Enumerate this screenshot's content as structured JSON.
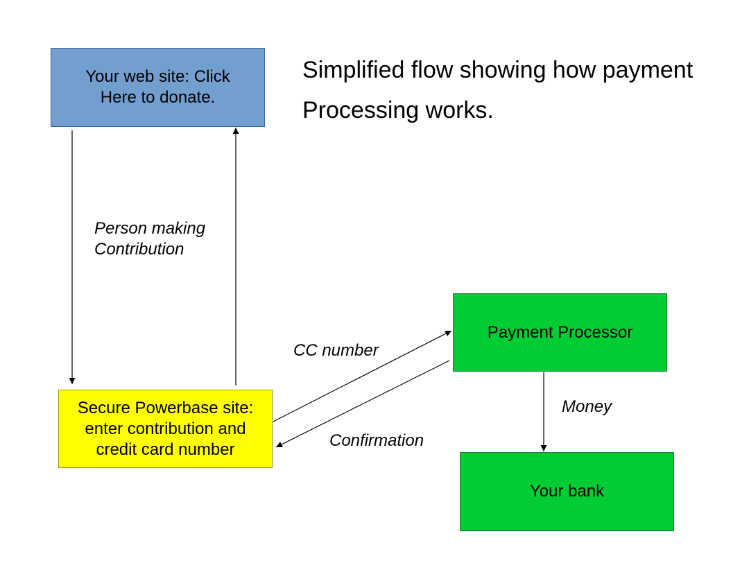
{
  "title": "Simplified flow showing how payment\nProcessing works.",
  "nodes": {
    "website": {
      "label": "Your web site: Click\nHere to donate.",
      "color": "#729fcf"
    },
    "secure": {
      "label": "Secure Powerbase site:\n enter contribution and\ncredit card number",
      "color": "#ffff00"
    },
    "processor": {
      "label": "Payment Processor",
      "color": "#00cc33"
    },
    "bank": {
      "label": "Your bank",
      "color": "#00cc33"
    }
  },
  "edges": {
    "person": {
      "label": "Person  making\nContribution"
    },
    "cc": {
      "label": "CC number"
    },
    "confirmation": {
      "label": "Confirmation"
    },
    "money": {
      "label": "Money"
    }
  }
}
